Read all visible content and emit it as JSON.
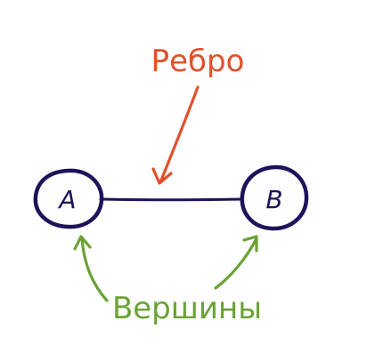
{
  "diagram": {
    "nodes": [
      {
        "id": "a",
        "label": "A"
      },
      {
        "id": "b",
        "label": "B"
      }
    ],
    "edge": {
      "from": "a",
      "to": "b"
    },
    "edge_annotation": {
      "text": "Ребро"
    },
    "nodes_annotation": {
      "text": "Вершины"
    },
    "colors": {
      "node_stroke": "#1f1259",
      "edge": "#1f1259",
      "node_text": "#1f1259",
      "edge_annotation": "#e0502a",
      "nodes_annotation": "#6aa235"
    }
  }
}
